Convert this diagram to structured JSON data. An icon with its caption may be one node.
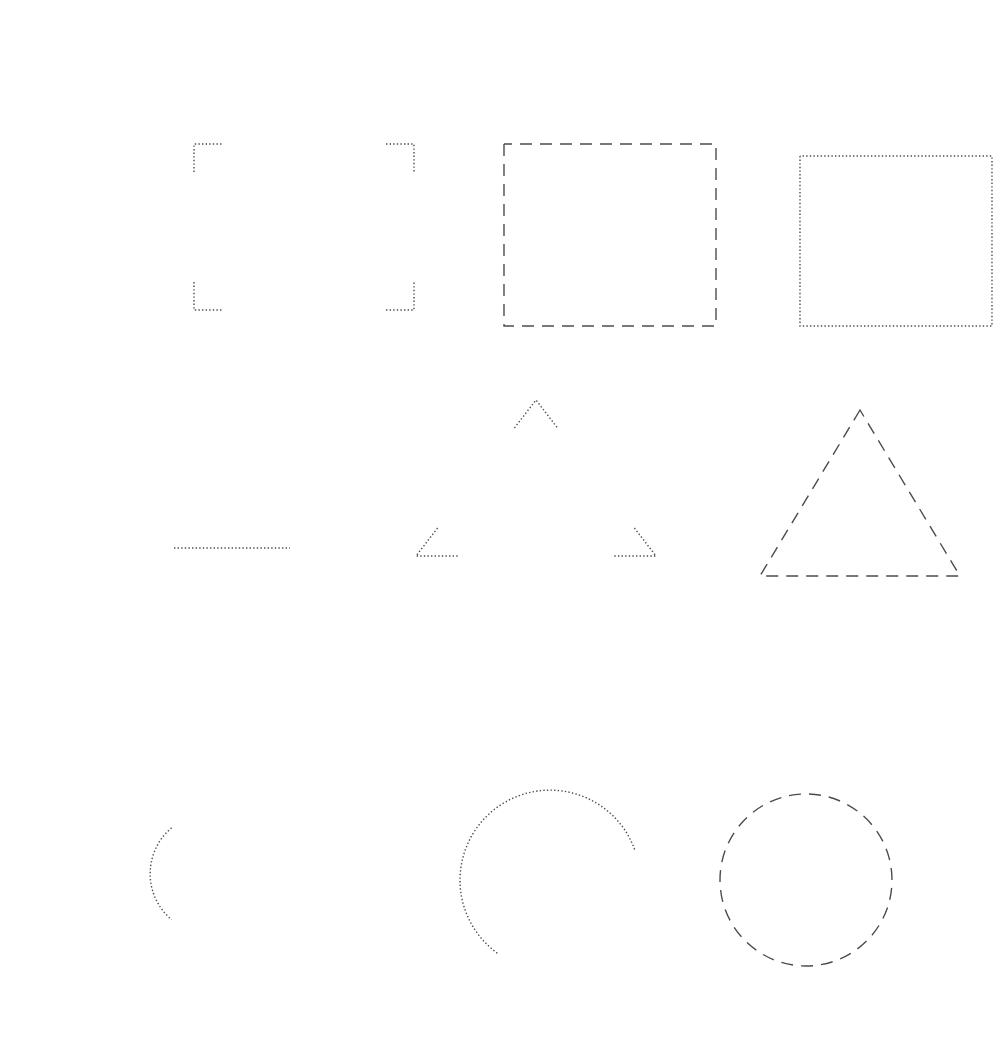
{
  "diagram": {
    "nodes": [
      {
        "text": [],
        "shape": "box"
      },
      {
        "text": [],
        "shape": "box"
      },
      {
        "text": [],
        "shape": "box"
      },
      {
        "text": [],
        "shape": "triangle"
      },
      {
        "text": [],
        "shape": "triangle"
      },
      {
        "text": [],
        "shape": "triangle"
      },
      {
        "text": [],
        "shape": "circle"
      },
      {
        "text": [],
        "shape": "circle"
      },
      {
        "text": [],
        "shape": "circle"
      }
    ]
  }
}
